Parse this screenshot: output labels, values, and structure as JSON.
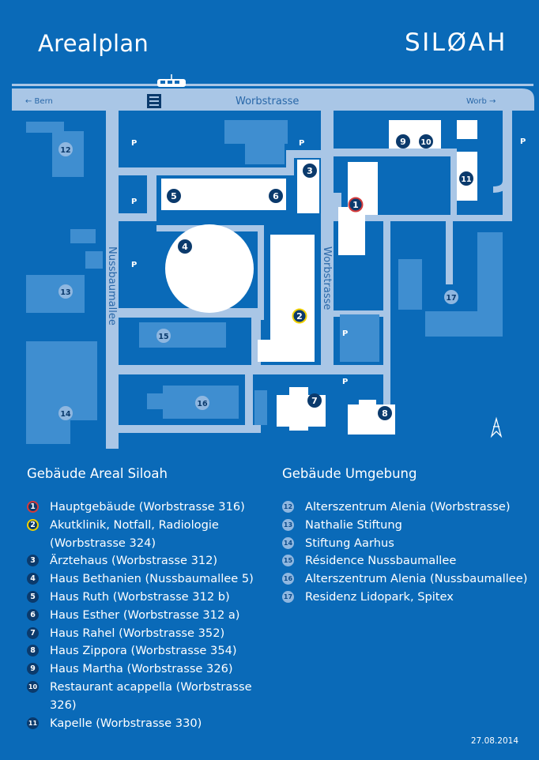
{
  "title": "Arealplan",
  "logo": "SILØAH",
  "date": "27.08.2014",
  "colors": {
    "background": "#0a6ab8",
    "road": "#a9c6e6",
    "siloah_building": "#ffffff",
    "other_building": "#3f8ed0",
    "marker_dark": "#0b3a6c",
    "marker_red": "#d63a3a",
    "marker_yellow": "#f0d000"
  },
  "map": {
    "streets": {
      "top": "Worbstrasse",
      "vertical": "Worbstrasse",
      "left": "Nussbaumallee"
    },
    "directions": {
      "left": "← Bern",
      "right": "Worb →"
    },
    "parking_label": "P",
    "markers": {
      "m1": "1",
      "m2": "2",
      "m3": "3",
      "m4": "4",
      "m5": "5",
      "m6": "6",
      "m7": "7",
      "m8": "8",
      "m9": "9",
      "m10": "10",
      "m11": "11",
      "m12": "12",
      "m13": "13",
      "m14": "14",
      "m15": "15",
      "m16": "16",
      "m17": "17"
    },
    "icons": [
      "tram-icon",
      "tram-stop-icon",
      "north-arrow-icon"
    ]
  },
  "legend_siloah": {
    "heading": "Gebäude Areal Siloah",
    "items": [
      {
        "num": "1",
        "text": "Hauptgebäude (Worbstrasse 316)",
        "style": "red"
      },
      {
        "num": "2",
        "text": "Akutklinik, Notfall, Radiologie",
        "text2": "(Worbstrasse 324)",
        "style": "yellow"
      },
      {
        "num": "3",
        "text": "Ärztehaus (Worbstrasse 312)",
        "style": "dark"
      },
      {
        "num": "4",
        "text": "Haus Bethanien (Nussbaumallee 5)",
        "style": "dark"
      },
      {
        "num": "5",
        "text": "Haus Ruth (Worbstrasse 312 b)",
        "style": "dark"
      },
      {
        "num": "6",
        "text": "Haus Esther (Worbstrasse 312 a)",
        "style": "dark"
      },
      {
        "num": "7",
        "text": "Haus Rahel (Worbstrasse 352)",
        "style": "dark"
      },
      {
        "num": "8",
        "text": "Haus Zippora (Worbstrasse 354)",
        "style": "dark"
      },
      {
        "num": "9",
        "text": "Haus Martha (Worbstrasse 326)",
        "style": "dark"
      },
      {
        "num": "10",
        "text": "Restaurant acappella (Worbstrasse 326)",
        "style": "dark"
      },
      {
        "num": "11",
        "text": "Kapelle (Worbstrasse 330)",
        "style": "dark"
      }
    ]
  },
  "legend_surroundings": {
    "heading": "Gebäude Umgebung",
    "items": [
      {
        "num": "12",
        "text": "Alterszentrum Alenia (Worbstrasse)",
        "style": "light"
      },
      {
        "num": "13",
        "text": "Nathalie Stiftung",
        "style": "light"
      },
      {
        "num": "14",
        "text": "Stiftung Aarhus",
        "style": "light"
      },
      {
        "num": "15",
        "text": "Résidence Nussbaumallee",
        "style": "light"
      },
      {
        "num": "16",
        "text": "Alterszentrum Alenia (Nussbaumallee)",
        "style": "light"
      },
      {
        "num": "17",
        "text": "Residenz Lidopark, Spitex",
        "style": "light"
      }
    ]
  }
}
